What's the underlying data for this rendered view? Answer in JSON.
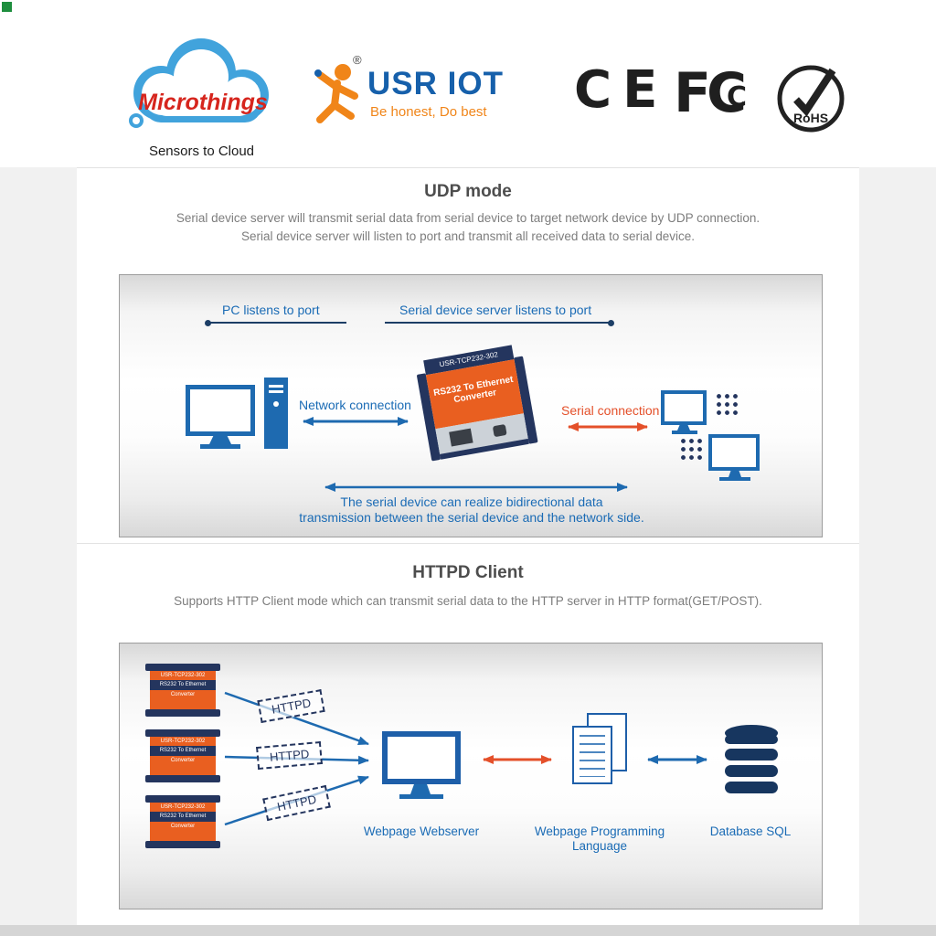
{
  "header": {
    "microthings": {
      "brand": "Microthings",
      "tagline": "Sensors to Cloud"
    },
    "usriot": {
      "brand": "USR IOT",
      "slogan": "Be honest, Do best",
      "registered": "®"
    },
    "certs": {
      "ce": "CE",
      "fcc_f": "F",
      "fcc_c": "C",
      "fcc_inner": "C",
      "rohs": "RoHS"
    }
  },
  "udp": {
    "title": "UDP mode",
    "desc1": "Serial device server will transmit serial data from serial device to target network device by UDP connection.",
    "desc2": "Serial device server will listen to port and transmit all received data to serial device.",
    "pc_listens": "PC listens to port",
    "server_listens": "Serial device server listens to port",
    "network_connection": "Network connection",
    "serial_connection": "Serial connection",
    "bottom1": "The serial device can realize bidirectional data",
    "bottom2": "transmission between the serial device and the network side."
  },
  "device": {
    "model": "USR-TCP232-302",
    "line1": "RS232 To Ethernet",
    "line2": "Converter"
  },
  "httpd": {
    "title": "HTTPD Client",
    "desc": "Supports HTTP Client mode which can transmit serial data to the HTTP server in HTTP format(GET/POST).",
    "labels": [
      "HTTPD",
      "HTTPD",
      "HTTPD"
    ],
    "webserver": "Webpage Webserver",
    "programming1": "Webpage Programming",
    "programming2": "Language",
    "database": "Database SQL"
  },
  "colors": {
    "arrow_blue": "#1e6ab0",
    "navy": "#24355e",
    "orange": "#e95f20",
    "label_blue": "#1a6bb5",
    "brand_blue": "#1660ab",
    "brand_red": "#d6251d",
    "cloud_blue": "#41a3dc"
  }
}
